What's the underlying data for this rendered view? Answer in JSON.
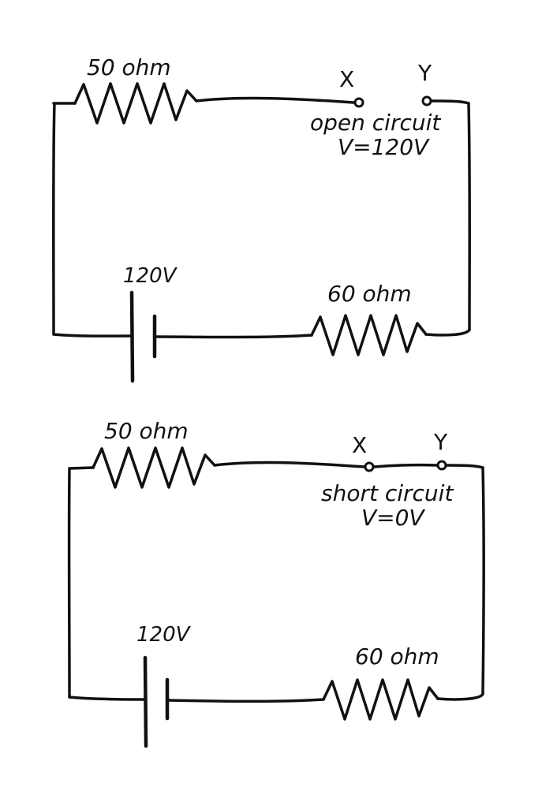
{
  "colors": {
    "ink": "#111111",
    "background": "#ffffff"
  },
  "top_circuit": {
    "resistor_top_label": "50 ohm",
    "resistor_bottom_label": "60 ohm",
    "battery_label": "120V",
    "terminal_x": "X",
    "terminal_y": "Y",
    "condition": "open circuit",
    "voltage": "V=120V"
  },
  "bottom_circuit": {
    "resistor_top_label": "50 ohm",
    "resistor_bottom_label": "60 ohm",
    "battery_label": "120V",
    "terminal_x": "X",
    "terminal_y": "Y",
    "condition": "short circuit",
    "voltage": "V=0V"
  }
}
